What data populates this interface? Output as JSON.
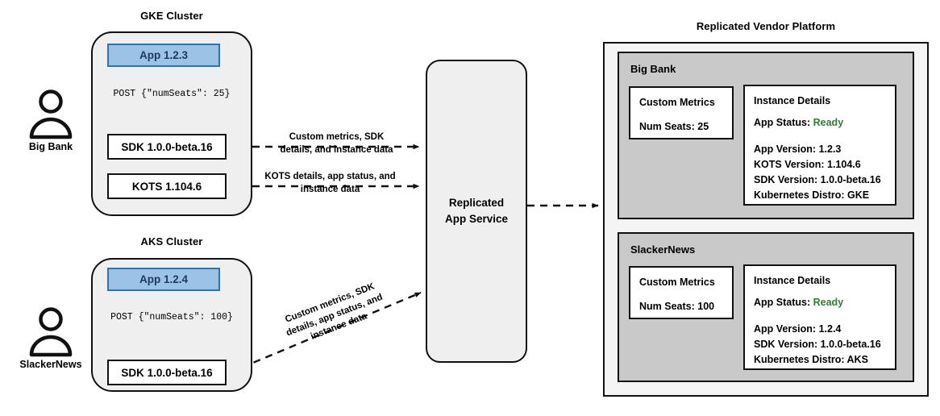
{
  "diagram": {
    "title_gke": "GKE Cluster",
    "title_aks": "AKS Cluster",
    "title_platform": "Replicated Vendor Platform"
  },
  "actors": [
    {
      "name": "Big Bank",
      "icon": "person-icon"
    },
    {
      "name": "SlackerNews",
      "icon": "person-icon"
    }
  ],
  "clusters": {
    "gke": {
      "label": "GKE Cluster",
      "app": "App 1.2.3",
      "post": "POST {\"numSeats\": 25}",
      "sdk": "SDK 1.0.0-beta.16",
      "kots": "KOTS 1.104.6"
    },
    "aks": {
      "label": "AKS Cluster",
      "app": "App 1.2.4",
      "post": "POST {\"numSeats\": 100}",
      "sdk": "SDK 1.0.0-beta.16"
    }
  },
  "service": {
    "line1": "Replicated",
    "line2": "App Service"
  },
  "edges": {
    "gke_sdk": "Custom metrics, SDK details, and instance data",
    "gke_sdk_l1": "Custom metrics, SDK",
    "gke_sdk_l2": "details, and instance data",
    "gke_kots_l1": "KOTS details, app status, and",
    "gke_kots_l2": "instance data",
    "aks_sdk_l1": "Custom metrics, SDK",
    "aks_sdk_l2": "details, app status, and",
    "aks_sdk_l3": "instance data"
  },
  "platform": {
    "title": "Replicated Vendor Platform",
    "tenants": [
      {
        "name": "Big Bank",
        "metrics": {
          "title": "Custom Metrics",
          "seats_label": "Num Seats: 25"
        },
        "instance": {
          "title": "Instance Details",
          "status_label": "App Status:",
          "status_value": "Ready",
          "lines": [
            "App Version: 1.2.3",
            "KOTS Version: 1.104.6",
            "SDK Version: 1.0.0-beta.16",
            "Kubernetes Distro: GKE"
          ]
        }
      },
      {
        "name": "SlackerNews",
        "metrics": {
          "title": "Custom Metrics",
          "seats_label": "Num Seats: 100"
        },
        "instance": {
          "title": "Instance Details",
          "status_label": "App Status:",
          "status_value": "Ready",
          "lines": [
            "App Version: 1.2.4",
            "SDK Version: 1.0.0-beta.16",
            "Kubernetes Distro: AKS"
          ]
        }
      }
    ]
  },
  "colors": {
    "app_fill": "#9cc3e5",
    "app_border": "#2e74b5",
    "cluster_fill": "#efefef",
    "tenant_fill": "#c9c9c9",
    "ready_green": "#2e7d32",
    "stroke": "#111111"
  }
}
